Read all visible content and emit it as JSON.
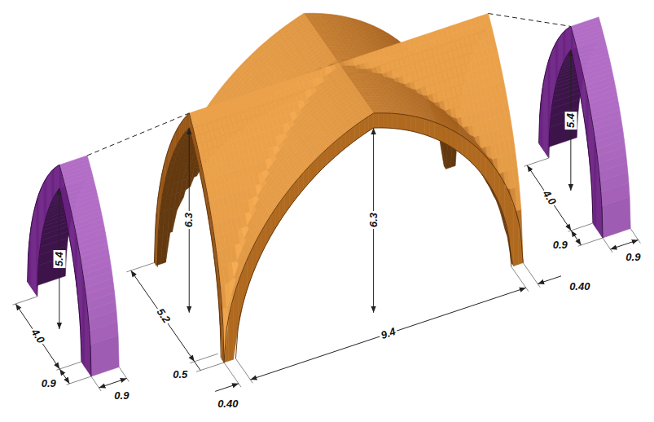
{
  "diagram": {
    "labels": [
      "5.4",
      "4.0",
      "0.9",
      "0.9",
      "6.3",
      "5.2",
      "0.5",
      "0.40",
      "9.4",
      "6.3",
      "0.40",
      "5.4",
      "4.0",
      "0.9",
      "0.9"
    ]
  }
}
